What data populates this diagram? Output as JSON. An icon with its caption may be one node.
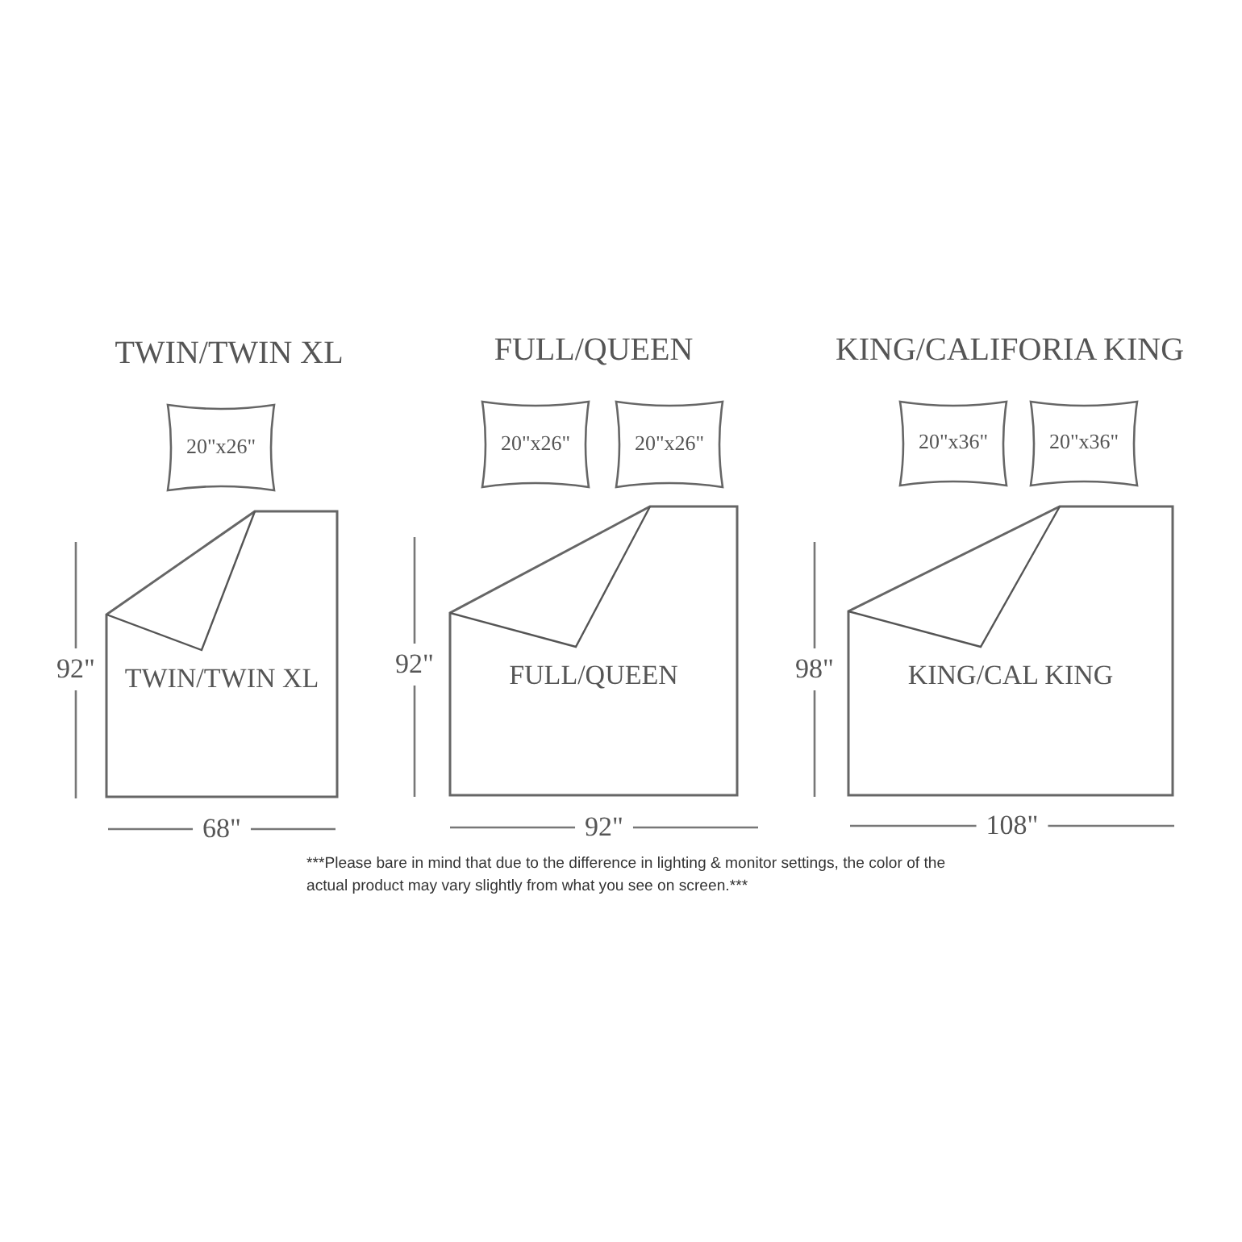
{
  "diagram": {
    "caption": "***Please bare in mind that due to the difference in lighting & monitor settings, the color of the actual product may vary slightly from what you see on screen.***",
    "nodes": [
      {
        "text": [
          "20\"x26\""
        ]
      },
      {
        "text": [
          "TWIN/TWIN XL"
        ]
      },
      {
        "text": [
          "20\"x26\""
        ]
      },
      {
        "text": [
          "20\"x26\""
        ]
      },
      {
        "text": [
          "FULL/QUEEN"
        ]
      },
      {
        "text": [
          "20\"x36\""
        ]
      },
      {
        "text": [
          "20\"x36\""
        ]
      },
      {
        "text": [
          "KING/CAL KING"
        ]
      }
    ],
    "edges": [],
    "labels": [
      "TWIN/TWIN XL",
      "FULL/QUEEN",
      "KING/CALIFORIA KING",
      "92\"",
      "92\"",
      "98\"",
      "68\"",
      "92\"",
      "108\""
    ]
  }
}
